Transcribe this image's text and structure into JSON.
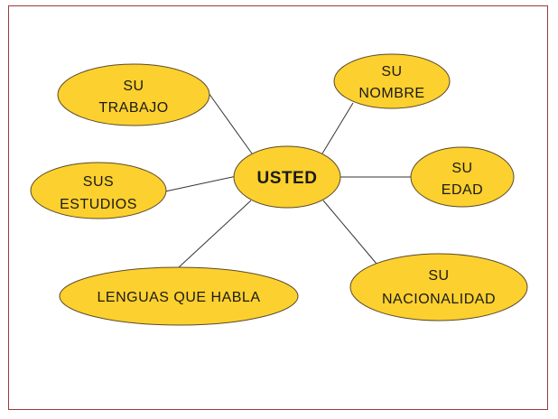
{
  "colors": {
    "node_fill": "#fcd02e",
    "border": "#9b3a3a"
  },
  "diagram": {
    "center": {
      "lines": [
        "USTED"
      ]
    },
    "nodes": {
      "trabajo": {
        "lines": [
          "SU",
          "TRABAJO"
        ]
      },
      "estudios": {
        "lines": [
          "SUS",
          "ESTUDIOS"
        ]
      },
      "lenguas": {
        "lines": [
          "LENGUAS QUE HABLA"
        ]
      },
      "nombre": {
        "lines": [
          "SU",
          "NOMBRE"
        ]
      },
      "edad": {
        "lines": [
          "SU",
          "EDAD"
        ]
      },
      "nacionalidad": {
        "lines": [
          "SU",
          "NACIONALIDAD"
        ]
      }
    }
  }
}
